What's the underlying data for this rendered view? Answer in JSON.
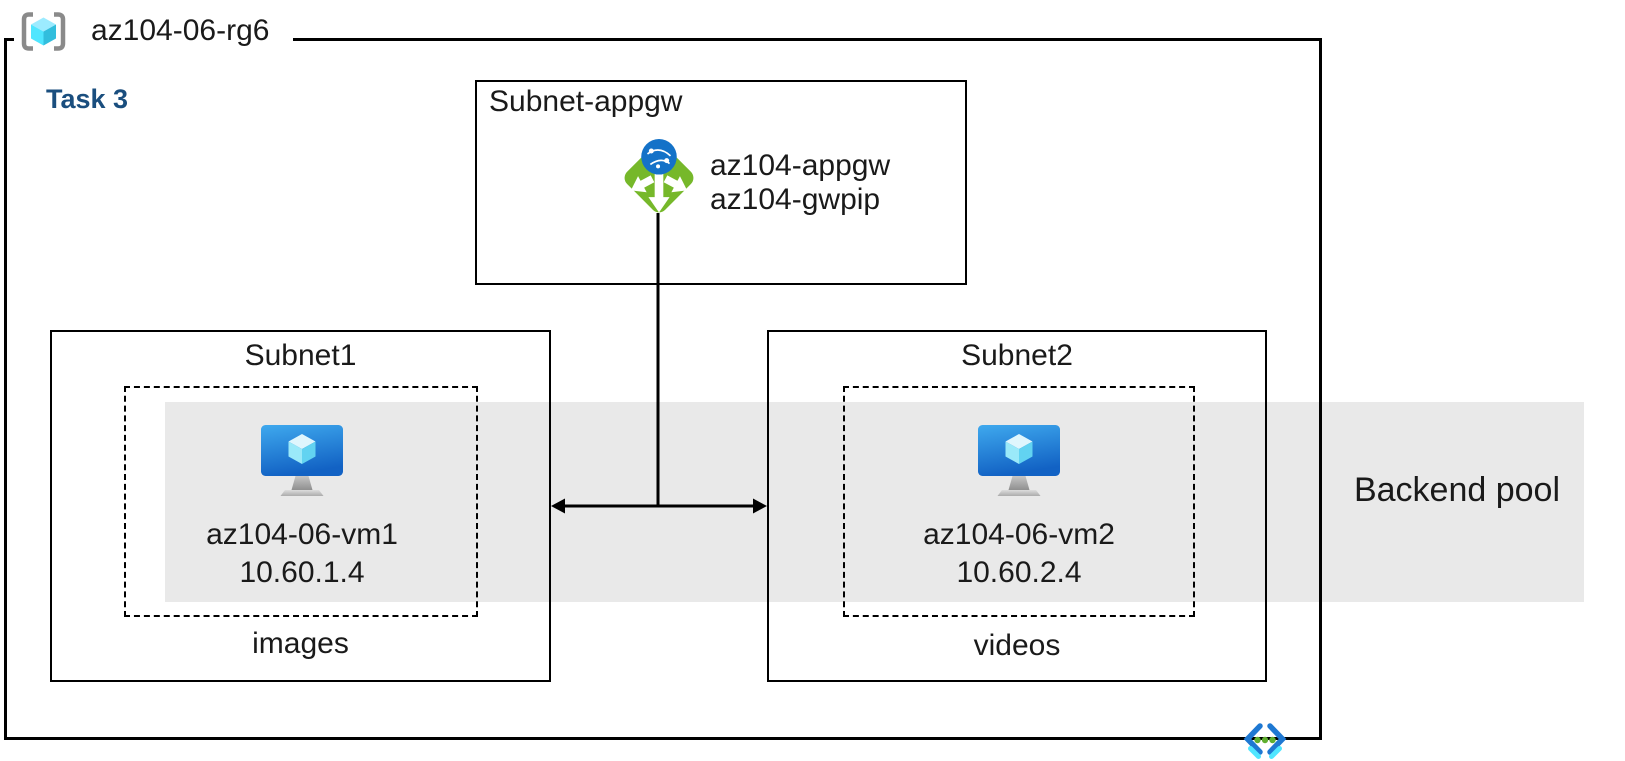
{
  "colors": {
    "canvas_bg": "#FFFFFF",
    "line": "#000000",
    "text": "#1A1A1A",
    "band_gray": "#E9E9E9",
    "task_blue": "#1A4E7E",
    "appgw_green": "#76B82A",
    "globe_blue": "#1472C8",
    "vm_screen_light": "#3FA9EE",
    "vm_screen_dark": "#1262C4",
    "cube_light": "#DFF6FD",
    "cube_mid": "#9AE9F9",
    "cube_dark": "#62D3F1",
    "rg_cube_light": "#9CEBFF",
    "rg_cube_mid": "#50E6FF",
    "rg_cube_dark": "#32BEDD",
    "bracket_gray": "#8A8A8A",
    "stand_gray_light": "#C6C6C6",
    "stand_gray_dark": "#8F8F8F",
    "base_gray_light": "#DDDDDD",
    "base_gray_dark": "#ACACAC",
    "vnet_blue": "#1E78D2",
    "vnet_cyan": "#50E6FF",
    "vnet_dot_green": "#5FAE2F"
  },
  "resource_group": {
    "name": "az104-06-rg6",
    "icon": "resource-group-icon"
  },
  "task_label": "Task 3",
  "appgw_subnet": {
    "title": "Subnet-appgw",
    "icon": "application-gateway-icon",
    "gateway_name": "az104-appgw",
    "public_ip_name": "az104-gwpip"
  },
  "subnet1": {
    "title": "Subnet1",
    "icon": "virtual-machine-icon",
    "vm_name": "az104-06-vm1",
    "vm_ip": "10.60.1.4",
    "container_label": "images"
  },
  "subnet2": {
    "title": "Subnet2",
    "icon": "virtual-machine-icon",
    "vm_name": "az104-06-vm2",
    "vm_ip": "10.60.2.4",
    "container_label": "videos"
  },
  "backend_pool": {
    "label": "Backend pool"
  },
  "vnet_icon": "virtual-network-icon"
}
